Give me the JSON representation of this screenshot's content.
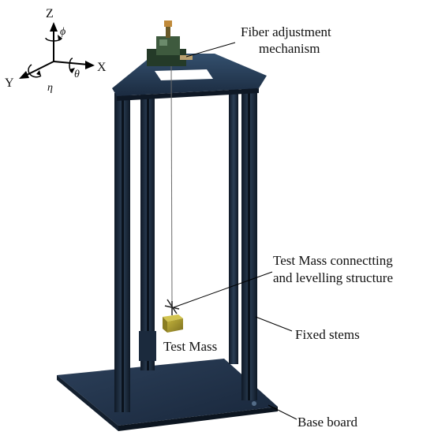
{
  "axes": {
    "z": "Z",
    "x": "X",
    "y": "Y",
    "phi": "ϕ",
    "theta": "θ",
    "eta": "η"
  },
  "labels": {
    "fiber_line1": "Fiber adjustment",
    "fiber_line2": "mechanism",
    "tm_struct_line1": "Test Mass connectting",
    "tm_struct_line2": "and levelling structure",
    "test_mass": "Test Mass",
    "fixed_stems": "Fixed stems",
    "base_board": "Base board"
  },
  "colors": {
    "frame": "#1d2c3f",
    "frame_dark": "#101a27",
    "frame_light": "#3a5068",
    "test_mass": "#a89a2c",
    "mechanism": "#3e5a3e",
    "leader": "#000000"
  }
}
